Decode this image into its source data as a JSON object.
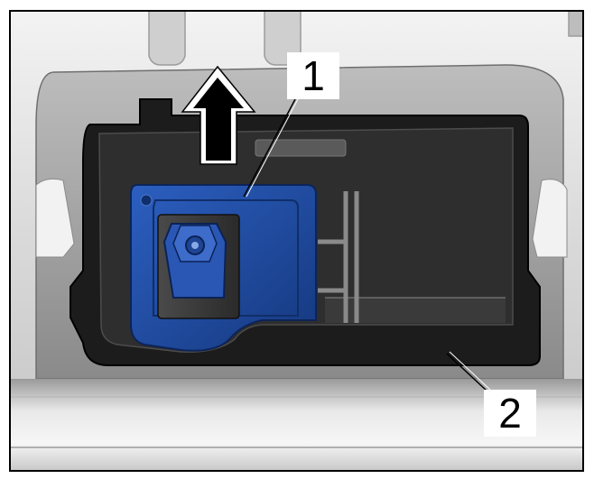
{
  "callouts": [
    {
      "id": "1",
      "text": "1"
    },
    {
      "id": "2",
      "text": "2"
    }
  ],
  "icons": {
    "arrow": "arrow-up-icon"
  },
  "colors": {
    "frame_border": "#000000",
    "background_light": "#d7d7d7",
    "housing_dark": "#1b1b1b",
    "connector_blue": "#1f4fa8",
    "connector_blue_dark": "#0f2e6b",
    "callout_bg": "#ffffff"
  }
}
